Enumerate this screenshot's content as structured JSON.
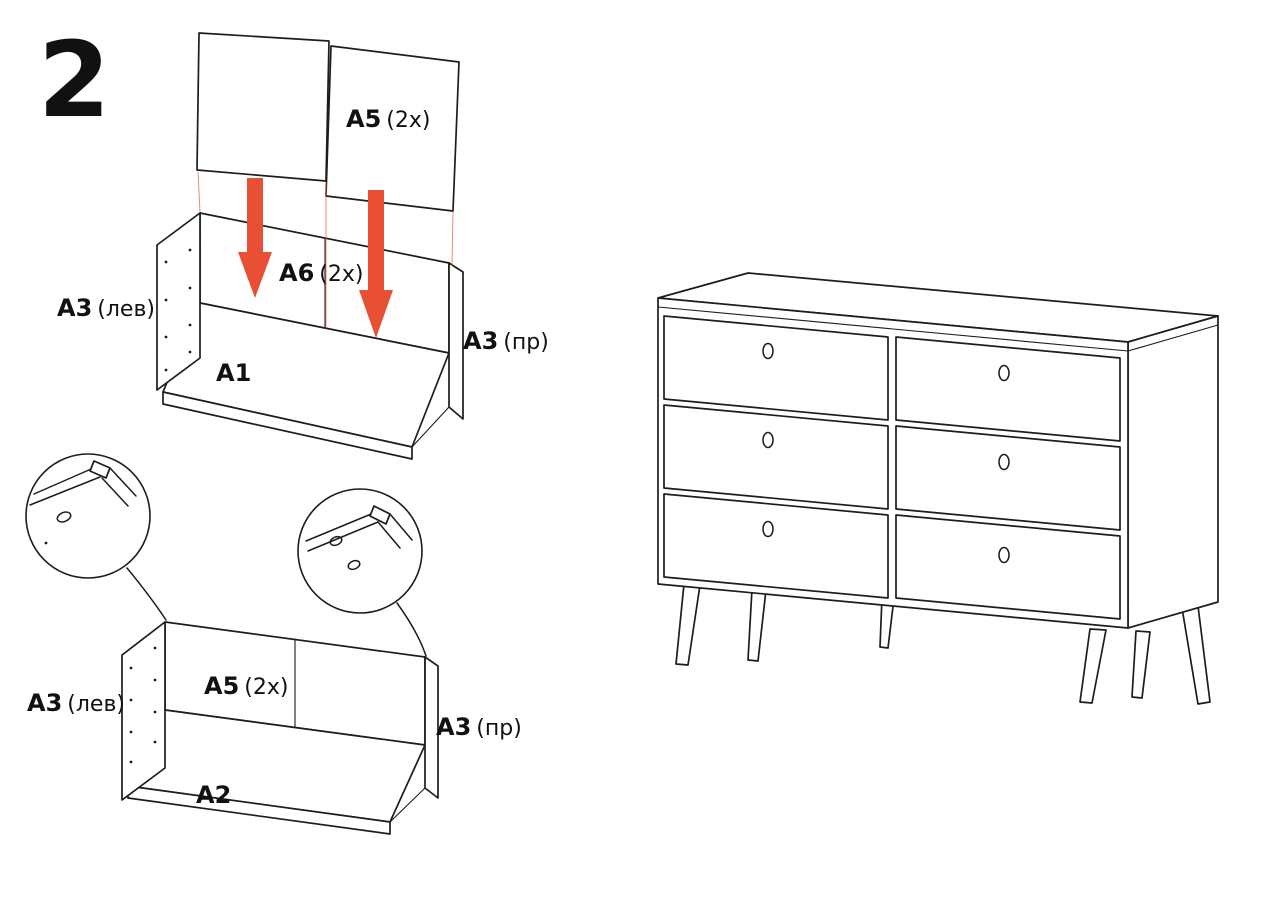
{
  "step": {
    "number": "2"
  },
  "colors": {
    "line": "#1d1d1b",
    "arrow": "#e94f35",
    "background": "#ffffff"
  },
  "labels": {
    "top_panel": {
      "part": "A5",
      "qty": "(2x)"
    },
    "top_divider": {
      "part": "A6",
      "qty": "(2x)"
    },
    "top_left_side": {
      "part": "A3",
      "qty": "(лев)"
    },
    "top_right_side": {
      "part": "A3",
      "qty": "(пр)"
    },
    "top_bottom_panel": {
      "part": "A1",
      "qty": ""
    },
    "bottom_panel_pair": {
      "part": "A5",
      "qty": "(2x)"
    },
    "bottom_left_side": {
      "part": "A3",
      "qty": "(лев)"
    },
    "bottom_right_side": {
      "part": "A3",
      "qty": "(пр)"
    },
    "bottom_bottom_panel": {
      "part": "A2",
      "qty": ""
    }
  }
}
